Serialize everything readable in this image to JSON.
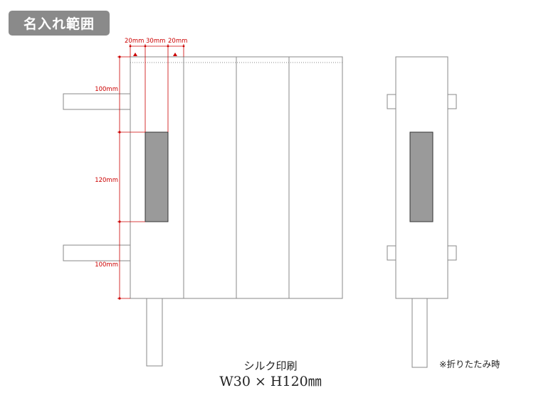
{
  "badge": {
    "label": "名入れ範囲"
  },
  "dimensions": {
    "top_left": "20mm",
    "top_mid": "30mm",
    "top_right": "20mm",
    "side_upper": "100mm",
    "side_middle": "120mm",
    "side_lower": "100mm"
  },
  "caption": {
    "method": "シルク印刷",
    "size": "W30 × H120㎜"
  },
  "note": "※折りたたみ時",
  "colors": {
    "outline": "#888888",
    "dimension": "#cc0000",
    "print_area": "#9a9a9a"
  }
}
